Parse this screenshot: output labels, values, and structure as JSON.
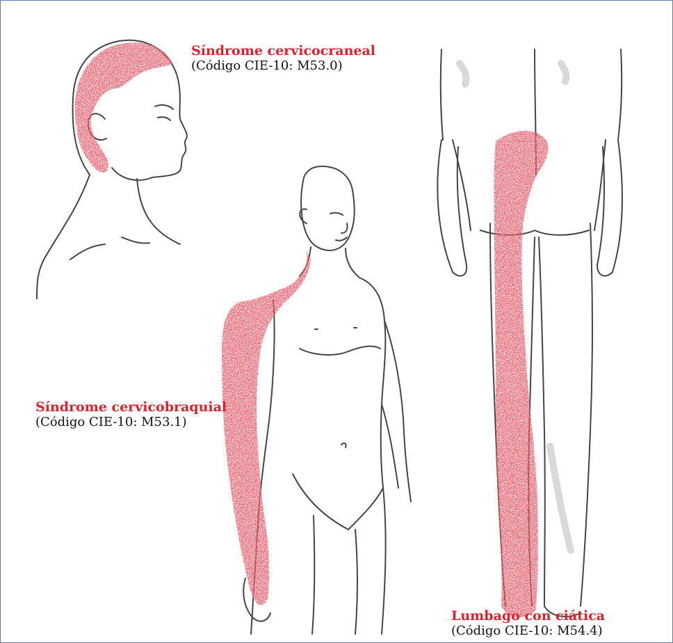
{
  "colors": {
    "frame_border": "#5f7fb5",
    "pain_red": "#e0202b",
    "label_red": "#e0202b",
    "outline": "#444444",
    "shadow_gray": "#d9d9d9"
  },
  "icons": [
    "head-profile-figure",
    "standing-man-figure",
    "legs-back-figure"
  ],
  "labels": {
    "head": {
      "title": "Síndrome cervicocraneal",
      "code": "(Código CIE-10: M53.0)"
    },
    "arm": {
      "title": "Síndrome cervicobraquial",
      "code": "(Código CIE-10: M53.1)"
    },
    "leg": {
      "title": "Lumbago con ciática",
      "code": "(Código CIE-10: M54.4)"
    }
  }
}
